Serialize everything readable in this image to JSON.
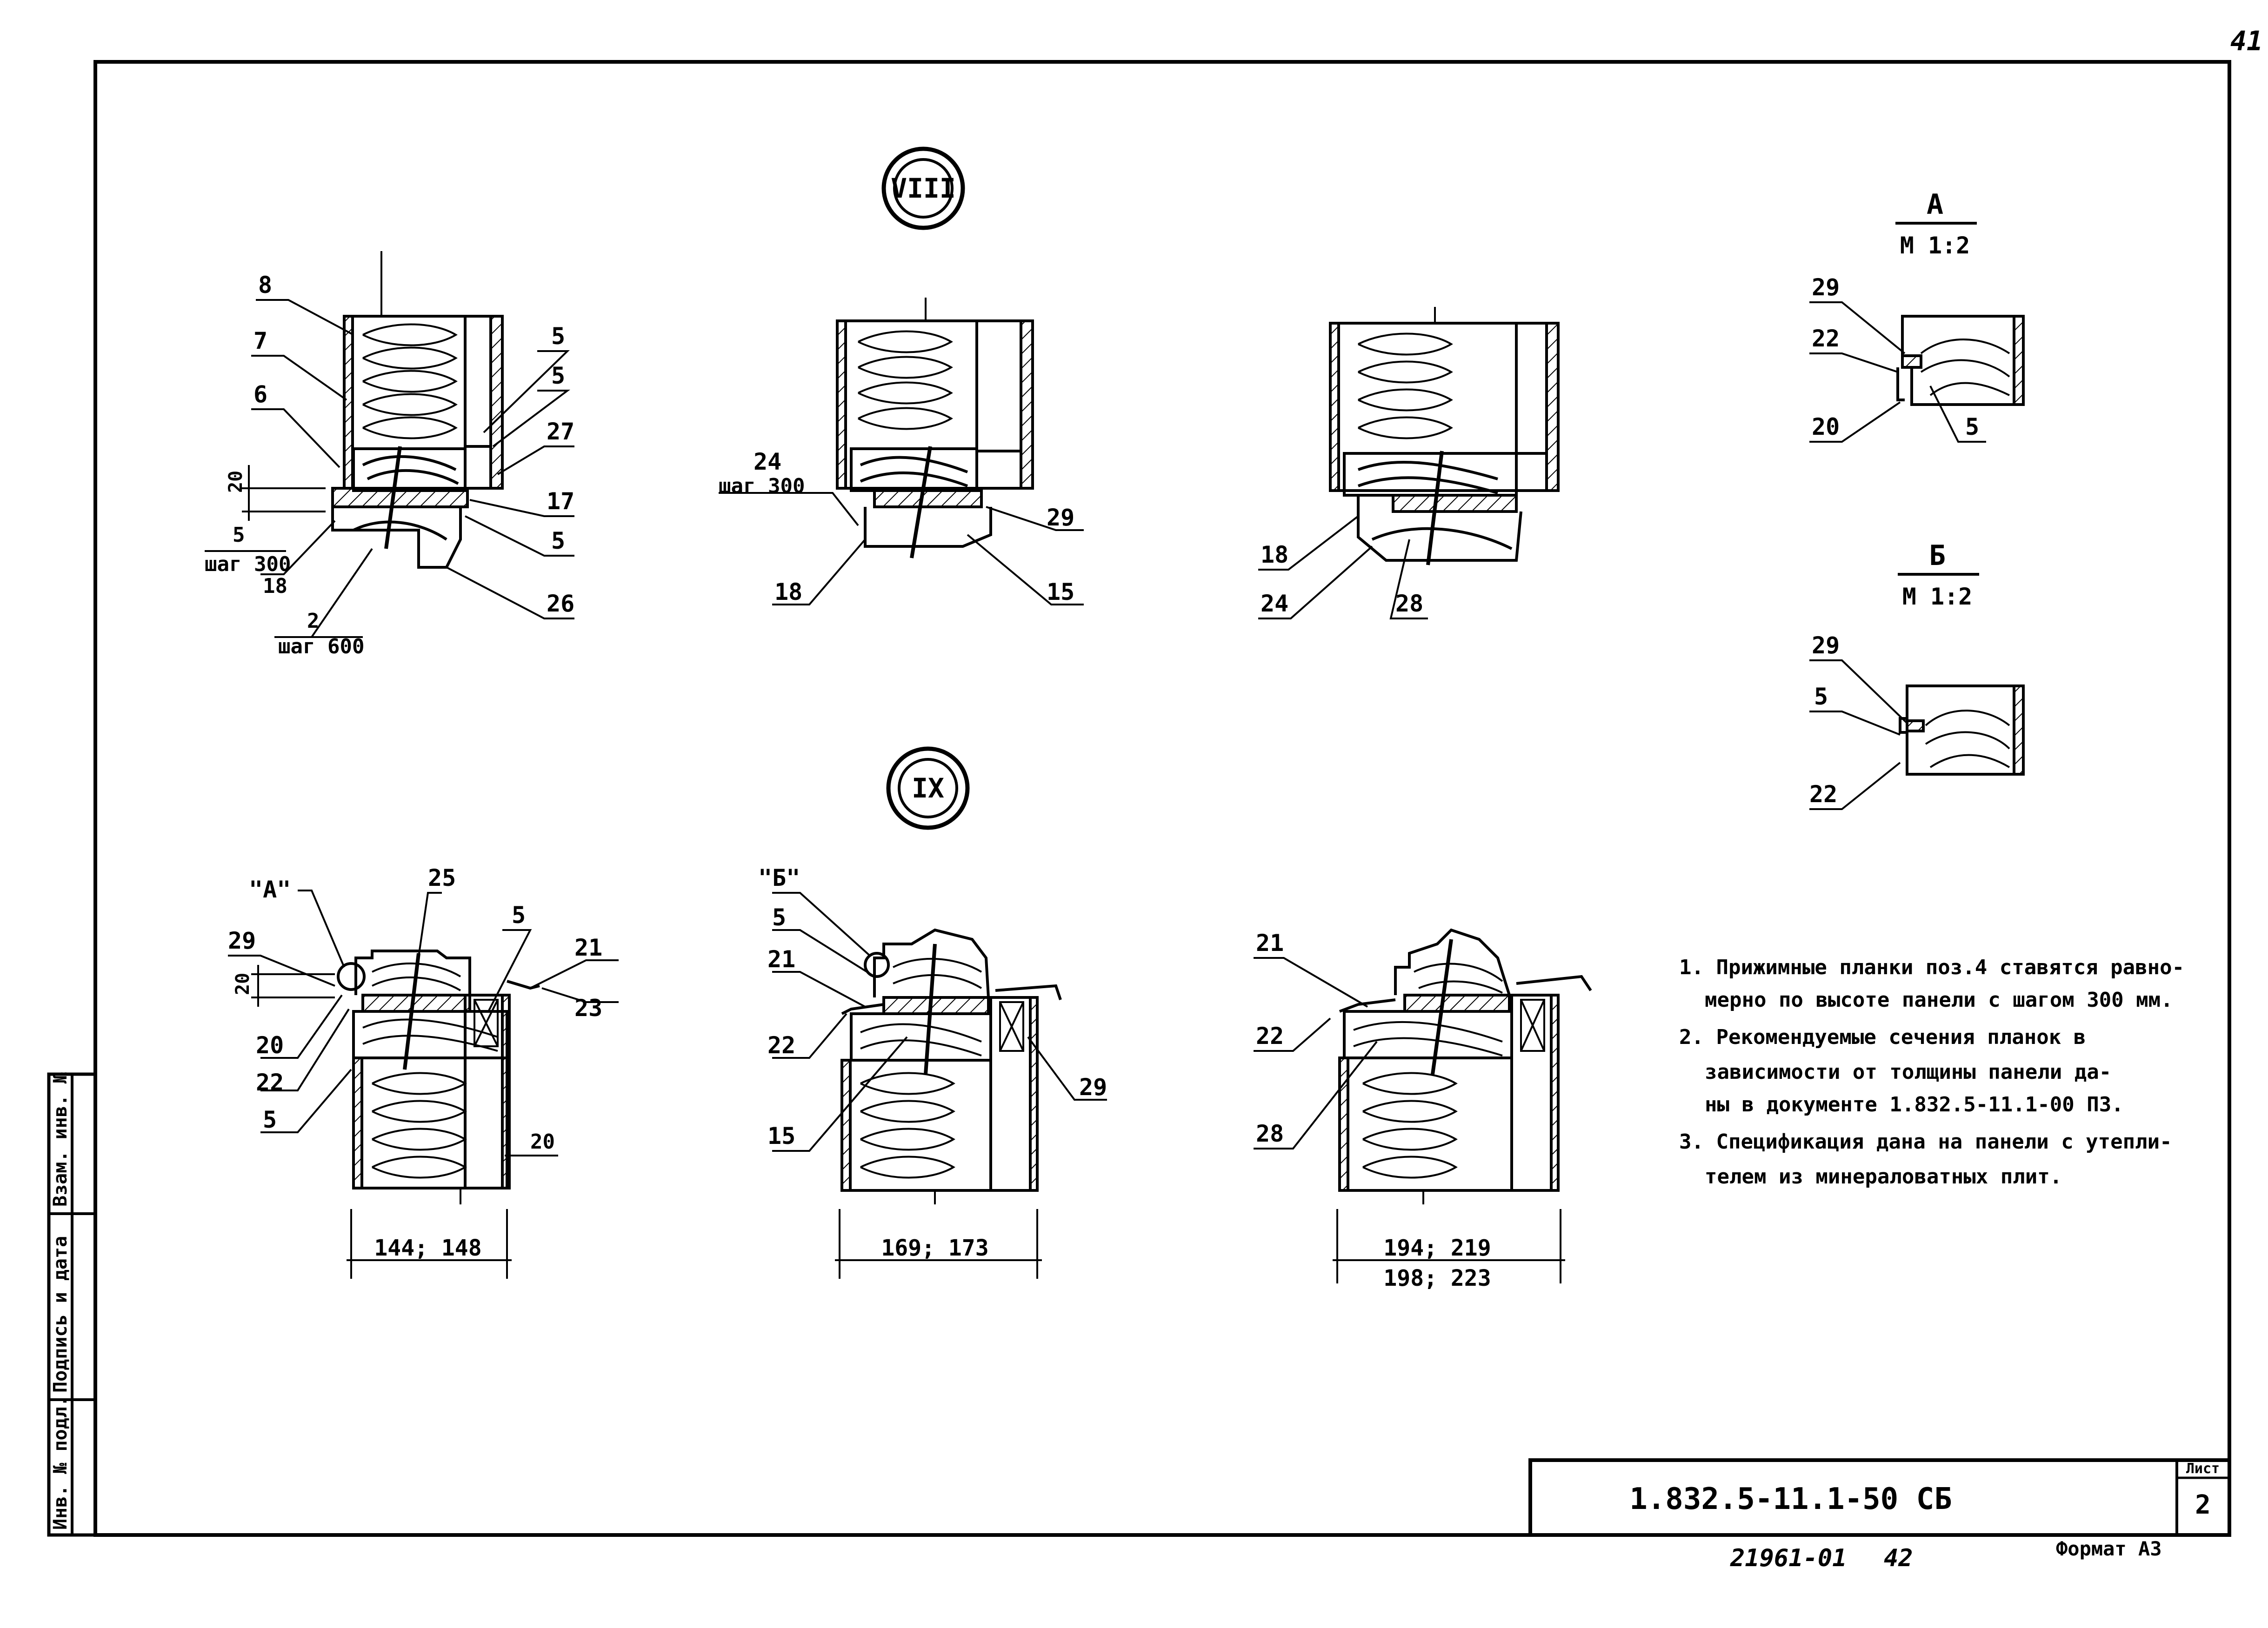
{
  "page_number": "41",
  "section_marks": {
    "top": "VIII",
    "bottom": "IX"
  },
  "detail_A": {
    "title": "А",
    "scale": "М 1:2",
    "callouts": [
      "29",
      "22",
      "20",
      "5"
    ]
  },
  "detail_B": {
    "title": "Б",
    "scale": "М 1:2",
    "callouts": [
      "29",
      "5",
      "22"
    ]
  },
  "row1": {
    "left": {
      "callouts": [
        "8",
        "7",
        "6",
        "5",
        "5",
        "27",
        "17",
        "5",
        "26",
        "18"
      ],
      "dim_20": "20",
      "step_5": {
        "label": "5",
        "step": "шаг 300"
      },
      "step_2": {
        "label": "2",
        "step": "шаг 600"
      }
    },
    "middle": {
      "callouts": [
        "29",
        "15",
        "18"
      ],
      "step_24": {
        "label": "24",
        "step": "шаг 300"
      }
    },
    "right": {
      "callouts": [
        "18",
        "24",
        "28"
      ]
    }
  },
  "row2": {
    "left": {
      "ref": "\"А\"",
      "callouts": [
        "25",
        "5",
        "21",
        "23",
        "29",
        "20",
        "22",
        "5"
      ],
      "dim_20_top": "20",
      "dim_20_side": "20",
      "width": "144; 148"
    },
    "middle": {
      "ref": "\"Б\"",
      "callouts": [
        "5",
        "21",
        "22",
        "15",
        "29"
      ],
      "width": "169; 173"
    },
    "right": {
      "callouts": [
        "21",
        "22",
        "28"
      ],
      "width_1": "194; 219",
      "width_2": "198; 223"
    }
  },
  "notes": [
    "1. Прижимные планки поз.4 ставятся равно-",
    "мерно по высоте панели с шагом 300 мм.",
    "2. Рекомендуемые сечения планок в",
    "зависимости от толщины панели да-",
    "ны в документе 1.832.5-11.1-00 ПЗ.",
    "3. Спецификация дана на панели с утепли-",
    "телем из минераловатных плит."
  ],
  "side_stamp": [
    "Инв. № подл.",
    "Подпись и дата",
    "Взам. инв. №"
  ],
  "title_block": {
    "doc_code": "1.832.5-11.1-50 СБ",
    "sheet_label": "Лист",
    "sheet_number": "2"
  },
  "footer": {
    "archive": "21961-01",
    "page": "42",
    "format": "Формат А3"
  }
}
